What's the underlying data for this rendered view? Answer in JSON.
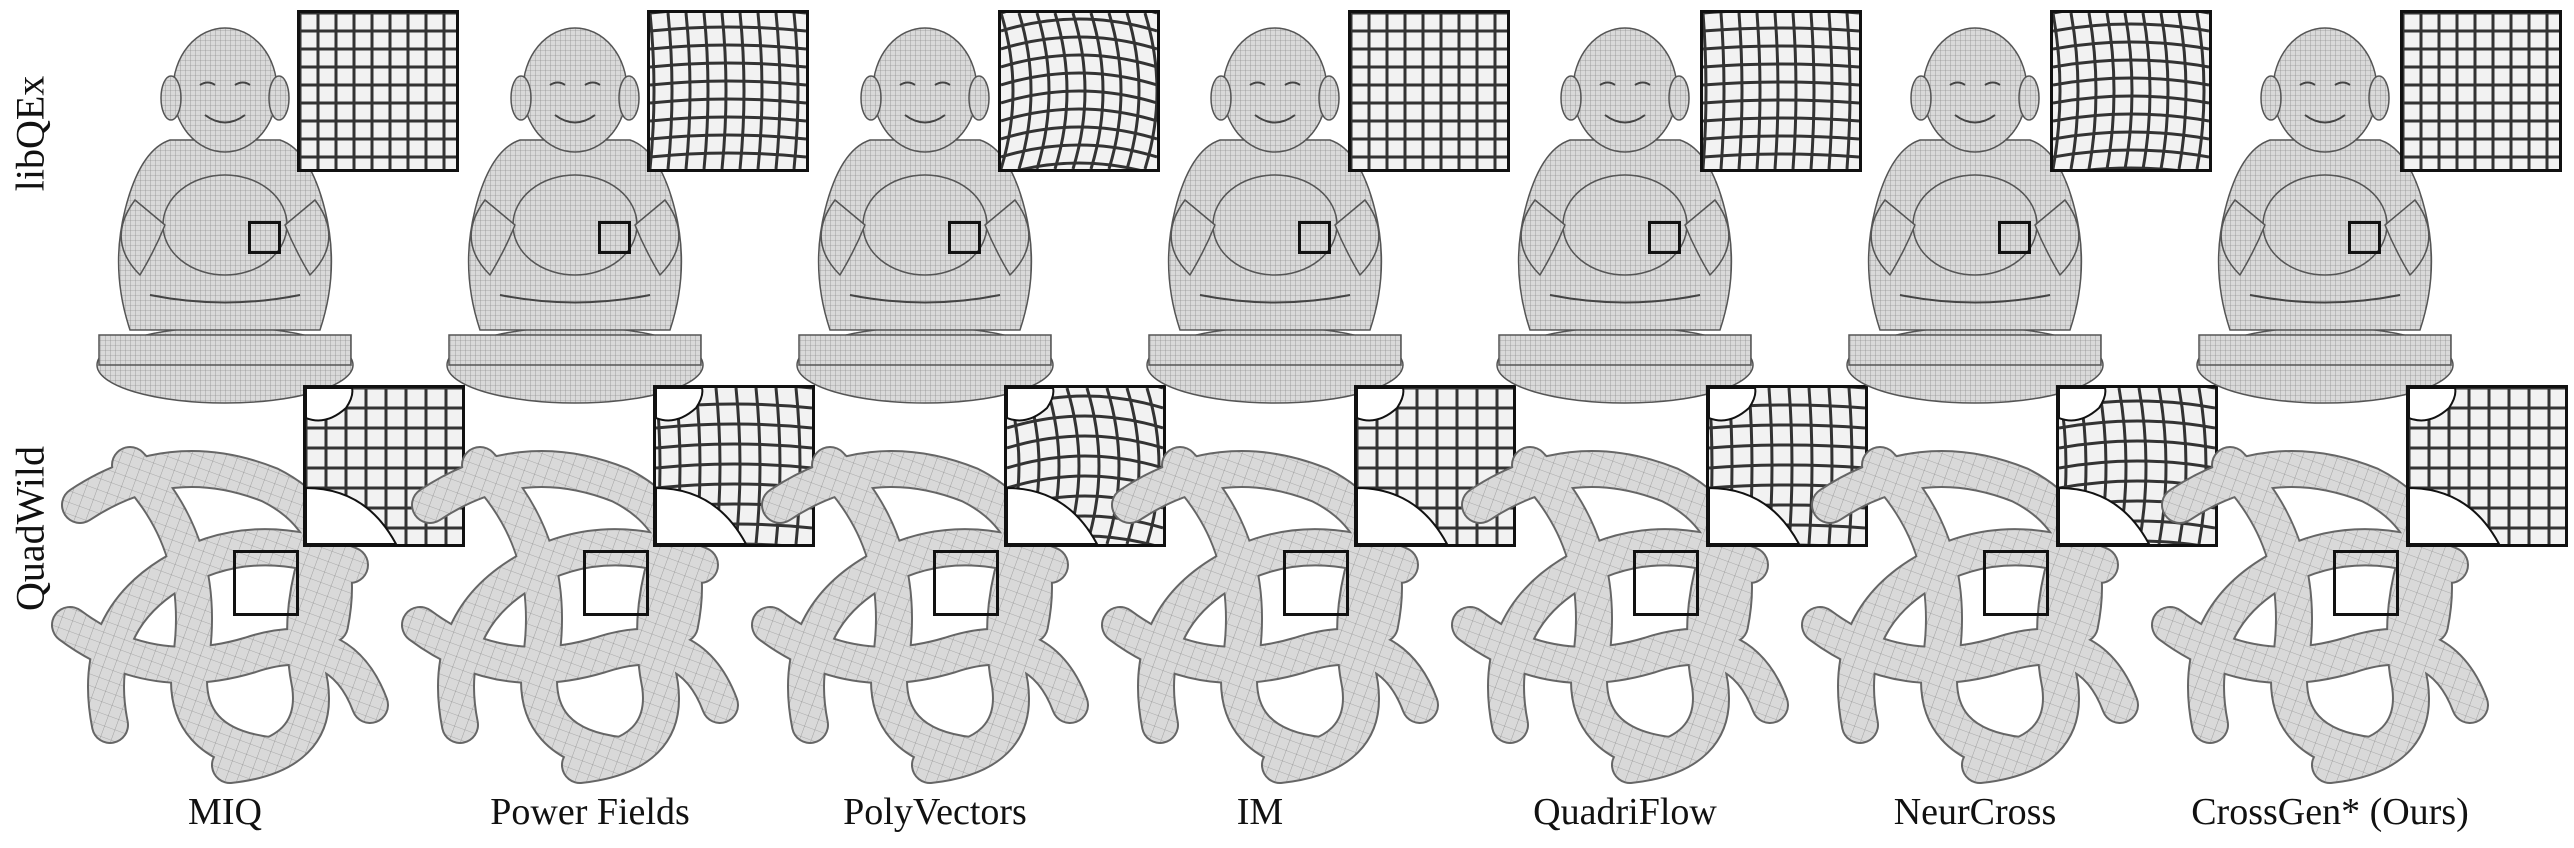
{
  "figure": {
    "row_labels": [
      "libQEx",
      "QuadWild"
    ],
    "column_labels": [
      "MIQ",
      "Power Fields",
      "PolyVectors",
      "IM",
      "QuadriFlow",
      "NeurCross",
      "CrossGen* (Ours)"
    ],
    "mesh_color": "#d9d9d9",
    "line_color": "#7a7a7a",
    "frame_color": "#111111"
  }
}
